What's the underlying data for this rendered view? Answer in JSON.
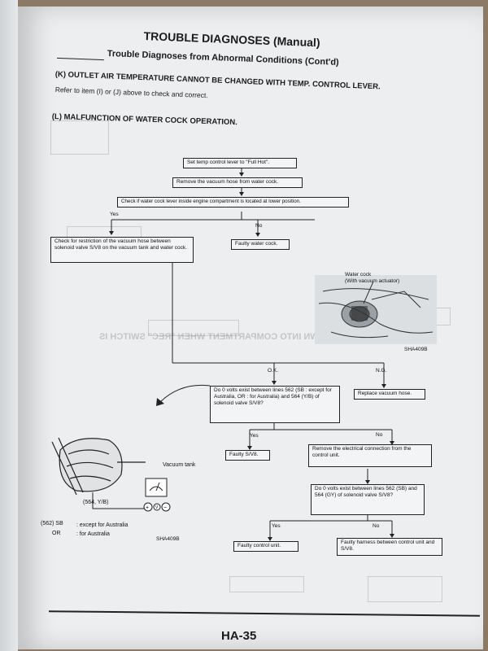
{
  "header": {
    "title": "TROUBLE DIAGNOSES (Manual)",
    "subtitle": "Trouble Diagnoses from Abnormal Conditions (Cont'd)"
  },
  "section_k": {
    "heading": "(K) OUTLET AIR TEMPERATURE CANNOT BE CHANGED WITH TEMP. CONTROL LEVER.",
    "note": "Refer to item (I) or (J) above to check and correct."
  },
  "section_l": {
    "heading": "(L) MALFUNCTION OF WATER COCK OPERATION."
  },
  "flow": {
    "step1": "Set temp control lever to \"Full Hot\".",
    "step2": "Remove the vacuum hose from water cock.",
    "step3": "Check if water cock lever inside engine compartment is located at lower position.",
    "yes1": "Yes",
    "no1": "No",
    "step4": "Check for restriction of the vacuum hose between solenoid valve S/V8 on the vacuum tank and water cock.",
    "faulty_water_cock": "Faulty water cock.",
    "ok": "O.K.",
    "ng": "N.G.",
    "step5": "Do 0 volts exist between lines 562 (SB : except for Australia, OR : for Australia) and 564 (Y/B) of solenoid valve S/V8?",
    "replace_hose": "Replace vacuum hose.",
    "yes2": "Yes",
    "no2": "No",
    "faulty_sv8": "Faulty S/V8.",
    "step6": "Remove the electrical connection from the control unit.",
    "step7": "Do 0 volts exist between lines 562 (SB) and 564 (GY) of solenoid valve S/V8?",
    "yes3": "Yes",
    "no3": "No",
    "faulty_control_unit": "Faulty control unit.",
    "faulty_harness": "Faulty harness between control unit and S/V8."
  },
  "figures": {
    "water_cock_label": "Water cock\n(With vacuum actuator)",
    "fig1_code": "SHA409B",
    "vacuum_tank_label": "Vacuum tank",
    "wire_label": "(564, Y/B)",
    "legend_562": "(562) SB",
    "legend_or": "OR",
    "legend_sb_text": ": except for Australia",
    "legend_or_text": ": for Australia",
    "fig2_code": "SHA409B"
  },
  "footer": {
    "page_number": "HA-35"
  }
}
